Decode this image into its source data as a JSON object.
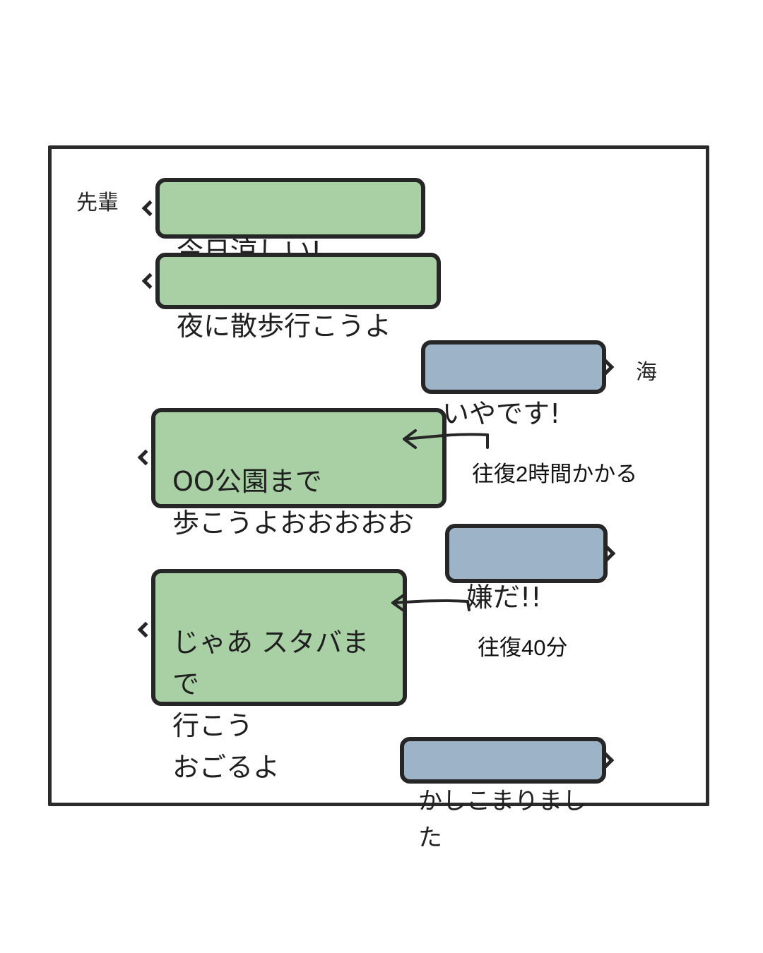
{
  "speakers": {
    "senpai": "先輩",
    "umi": "海"
  },
  "messages": [
    {
      "speaker": "senpai",
      "text": "今日涼しい!"
    },
    {
      "speaker": "senpai",
      "text": "夜に散歩行こうよ"
    },
    {
      "speaker": "umi",
      "text": "いやです!"
    },
    {
      "speaker": "senpai",
      "text": "OO公園まで\n歩こうよおおおおお"
    },
    {
      "speaker": "umi",
      "text": "嫌だ!!"
    },
    {
      "speaker": "senpai",
      "text": "じゃあ スタバまで\n行こう\nおごるよ"
    },
    {
      "speaker": "umi",
      "text": "かしこまりました"
    }
  ],
  "annotations": {
    "park_note": "往復2時間かかる",
    "starbucks_note": "往復40分"
  },
  "colors": {
    "senpai_bubble": "#a9cfa4",
    "umi_bubble": "#9db3c8",
    "outline": "#262626"
  }
}
